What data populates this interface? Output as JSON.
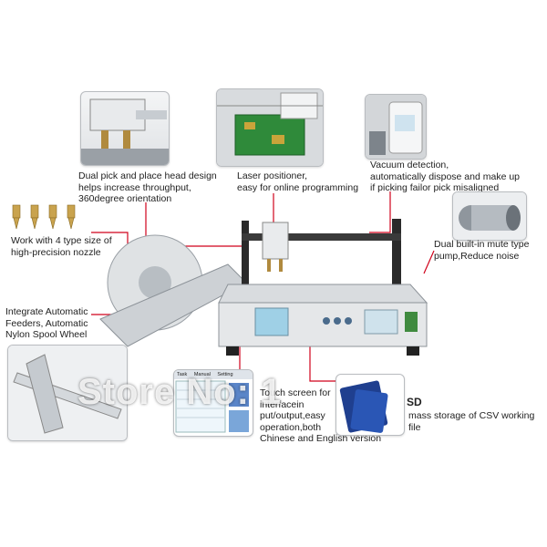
{
  "captions": {
    "dual_head": [
      "Dual pick and place head design",
      "helps increase throughput,",
      "360degree orientation"
    ],
    "laser": [
      "Laser positioner,",
      "easy for online programming"
    ],
    "vacuum": [
      "Vacuum detection,",
      "automatically dispose and make up",
      "if picking failor pick misaligned"
    ],
    "nozzle": [
      "Work with 4 type size of",
      "high-precision nozzle"
    ],
    "pump": [
      "Dual built-in mute type",
      "pump,Reduce noise"
    ],
    "feeder": [
      "Integrate Automatic",
      "Feeders, Automatic",
      "Nylon Spool Wheel"
    ],
    "touch": [
      "Touch screen for",
      "interfacein",
      "put/output,easy",
      "operation,both",
      "Chinese and English version"
    ],
    "storage": [
      "mass storage of CSV working file"
    ]
  },
  "screen_tabs": [
    "Task",
    "Manual",
    "Setting"
  ],
  "sd_label": "SD",
  "watermark": "Store No: 1",
  "colors": {
    "leader": "#d0021b",
    "frame": "#c9cdd2",
    "panel": "#9fd0e6"
  }
}
